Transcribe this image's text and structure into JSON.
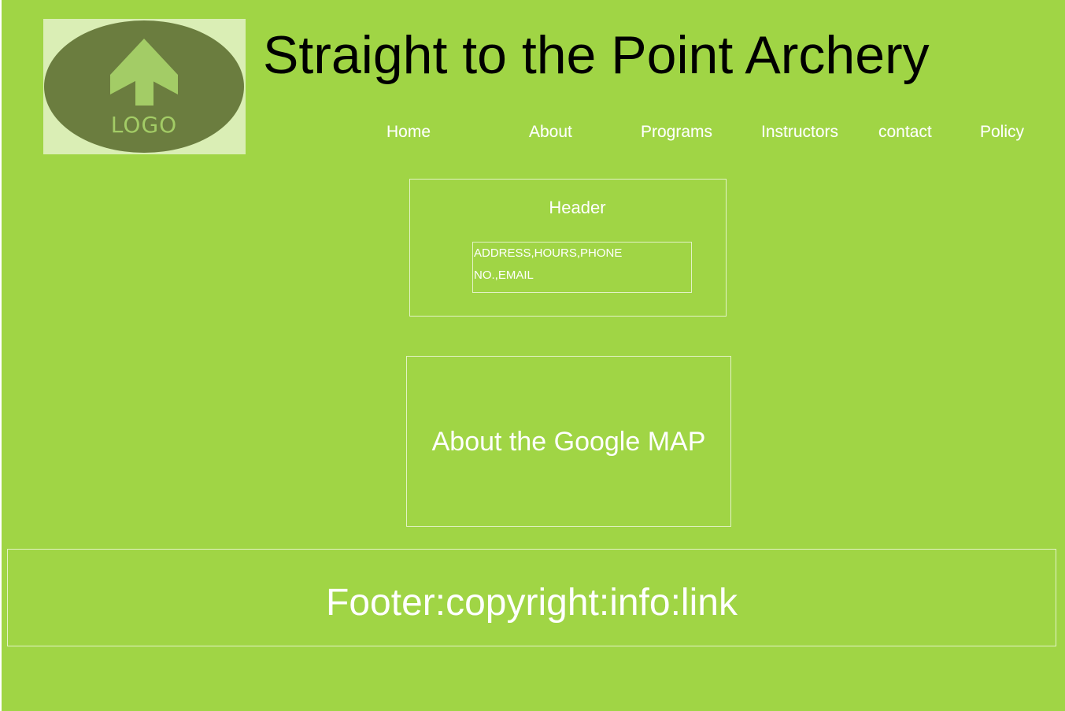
{
  "logo": {
    "text": "LOGO",
    "icon": "arrow-up-icon",
    "colors": {
      "background": "#daeeb5",
      "ellipse": "#6b7d3f",
      "arrow": "#a3cc66",
      "text": "#a3cc66"
    }
  },
  "site": {
    "title": "Straight to the Point Archery"
  },
  "nav": {
    "items": [
      {
        "label": "Home"
      },
      {
        "label": "About"
      },
      {
        "label": "Programs"
      },
      {
        "label": "Instructors"
      },
      {
        "label": "contact"
      },
      {
        "label": "Policy"
      }
    ]
  },
  "header": {
    "label": "Header",
    "contact_line1": "ADDRESS,HOURS,PHONE",
    "contact_line2": "NO.,EMAIL"
  },
  "map": {
    "label": "About the Google MAP"
  },
  "footer": {
    "label": "Footer:copyright:info:link"
  },
  "colors": {
    "page_background": "#a0d545",
    "title_text": "#000000",
    "light_text": "#ffffff",
    "box_border": "#e3f2c5"
  }
}
